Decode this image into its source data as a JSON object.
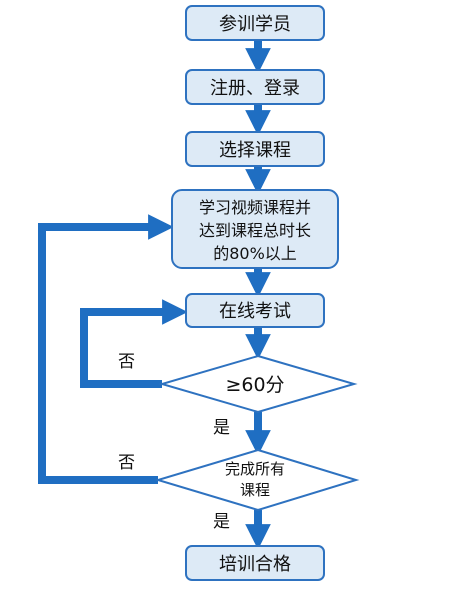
{
  "nodes": {
    "trainee": "参训学员",
    "register_login": "注册、登录",
    "choose_course": "选择课程",
    "study_line1": "学习视频课程并",
    "study_line2": "达到课程总时长",
    "study_line3": "的80%以上",
    "online_exam": "在线考试",
    "score_check": "≥60分",
    "complete_line1": "完成所有",
    "complete_line2": "课程",
    "qualified": "培训合格"
  },
  "edges": {
    "no_exam": "否",
    "yes_exam": "是",
    "no_courses": "否",
    "yes_courses": "是"
  },
  "colors": {
    "node_fill": "#ddeaf6",
    "node_stroke": "#2e72c0",
    "connector": "#1f6ec2",
    "text": "#111111"
  }
}
